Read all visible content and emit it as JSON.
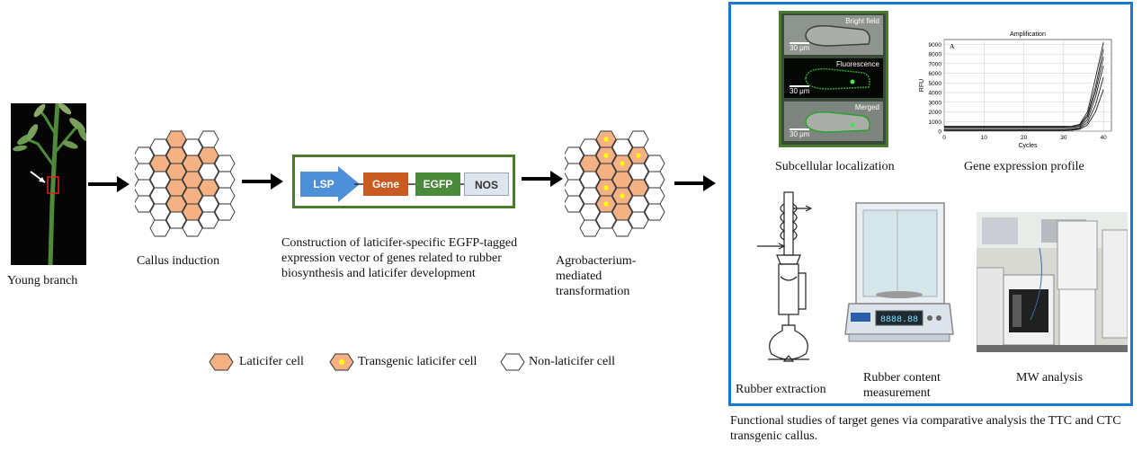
{
  "stages": {
    "young_branch": "Young branch",
    "callus_induction": "Callus induction",
    "construction": "Construction of laticifer-specific EGFP-tagged expression vector of genes related to rubber biosynthesis and laticifer development",
    "agro": "Agrobacterium-mediated transformation"
  },
  "vector": {
    "lsp": "LSP",
    "gene": "Gene",
    "egfp": "EGFP",
    "nos": "NOS"
  },
  "legend": {
    "laticifer": "Laticifer cell",
    "transgenic": "Transgenic laticifer cell",
    "non_laticifer": "Non-laticifer cell"
  },
  "functional_panel": {
    "subcellular": "Subcellular localization",
    "expression": "Gene expression profile",
    "extraction": "Rubber extraction",
    "content": "Rubber content measurement",
    "mw": "MW analysis",
    "caption": "Functional studies of target genes via comparative analysis the TTC and CTC transgenic callus."
  },
  "micrograph": {
    "bright": "Bright field",
    "fluor": "Fluorescence",
    "merged": "Merged",
    "scale": "30 μm"
  },
  "balance": {
    "display": "8888.88"
  },
  "chart_data": {
    "type": "line",
    "title": "Amplification",
    "panel_letter": "A",
    "xlabel": "Cycles",
    "ylabel": "RFU",
    "xlim": [
      0,
      42
    ],
    "ylim": [
      0,
      9500
    ],
    "xticks": [
      0,
      10,
      20,
      30,
      40
    ],
    "yticks": [
      0,
      1000,
      2000,
      3000,
      4000,
      5000,
      6000,
      7000,
      8000,
      9000
    ],
    "grid": true,
    "x": [
      0,
      5,
      10,
      15,
      20,
      25,
      30,
      32,
      34,
      36,
      38,
      40
    ],
    "series": [
      {
        "values": [
          500,
          500,
          500,
          500,
          500,
          500,
          500,
          520,
          700,
          2000,
          5500,
          9200
        ]
      },
      {
        "values": [
          420,
          420,
          420,
          420,
          420,
          420,
          420,
          440,
          600,
          1700,
          4600,
          8500
        ]
      },
      {
        "values": [
          350,
          350,
          350,
          350,
          350,
          350,
          350,
          370,
          520,
          1500,
          4100,
          7700
        ]
      },
      {
        "values": [
          200,
          200,
          200,
          200,
          200,
          200,
          200,
          220,
          380,
          1200,
          3500,
          6800
        ]
      },
      {
        "values": [
          120,
          120,
          120,
          120,
          120,
          120,
          120,
          140,
          280,
          900,
          2700,
          5600
        ]
      },
      {
        "values": [
          60,
          60,
          60,
          60,
          60,
          60,
          60,
          80,
          200,
          650,
          2000,
          4300
        ]
      }
    ]
  }
}
